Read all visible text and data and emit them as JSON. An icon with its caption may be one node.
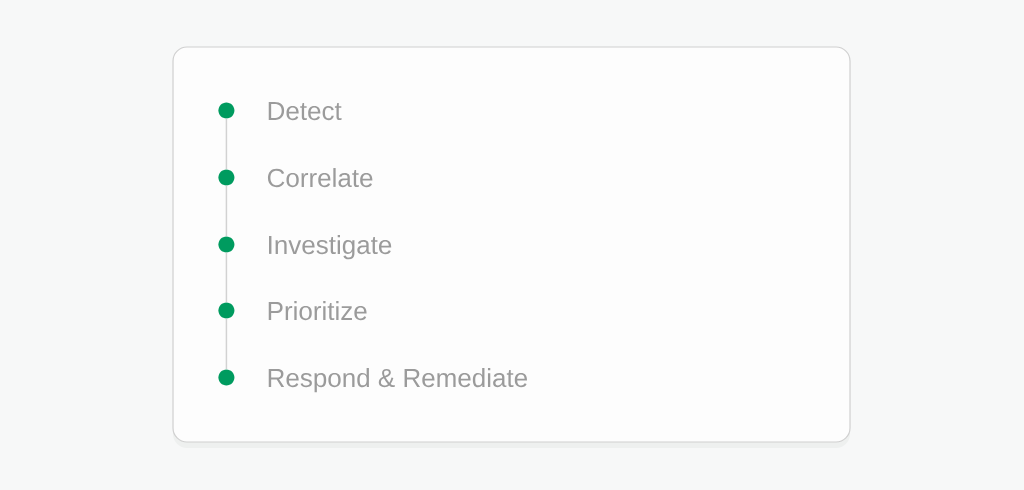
{
  "diagram": {
    "nodes": [
      {
        "text": [],
        "shape": "box"
      },
      {
        "text": [],
        "shape": "circle",
        "in": 0,
        "beside": [
          "Detect"
        ]
      },
      {
        "text": [],
        "shape": "circle",
        "in": 0,
        "beside": [
          "Correlate"
        ]
      },
      {
        "text": [],
        "shape": "circle",
        "in": 0,
        "beside": [
          "Investigate"
        ]
      },
      {
        "text": [],
        "shape": "circle",
        "in": 0,
        "beside": [
          "Prioritize"
        ]
      },
      {
        "text": [],
        "shape": "circle",
        "in": 0,
        "beside": [
          "Respond & Remediate"
        ]
      }
    ],
    "edges": [
      {
        "from": 1,
        "to": 2,
        "arrow": "none"
      },
      {
        "from": 2,
        "to": 3,
        "arrow": "none"
      },
      {
        "from": 3,
        "to": 4,
        "arrow": "none"
      },
      {
        "from": 4,
        "to": 5,
        "arrow": "none"
      }
    ]
  }
}
